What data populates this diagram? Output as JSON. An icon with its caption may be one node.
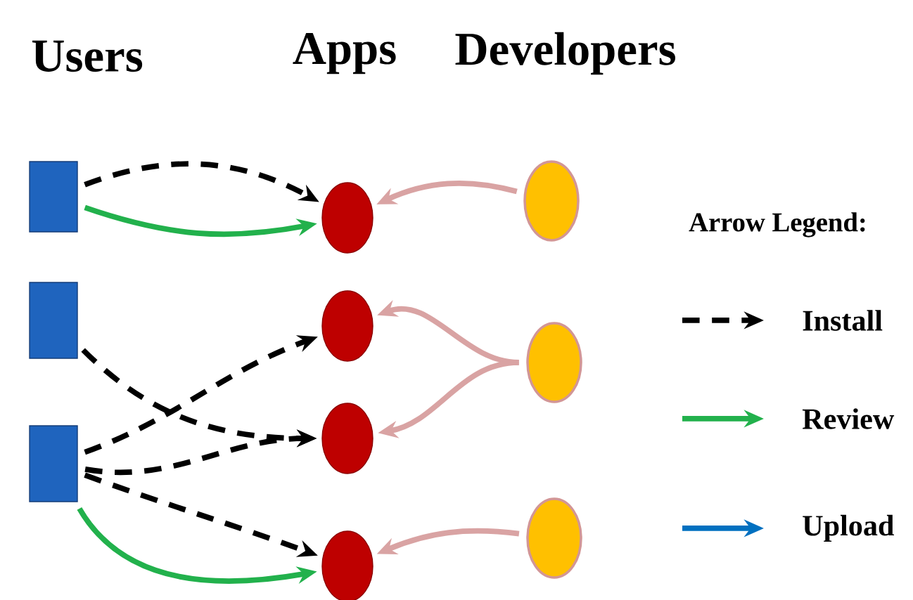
{
  "diagram": {
    "nodes": [
      {
        "text": [],
        "shape": "box"
      },
      {
        "text": [],
        "shape": "box"
      },
      {
        "text": [],
        "shape": "box"
      },
      {
        "text": [],
        "shape": "circle"
      },
      {
        "text": [],
        "shape": "circle"
      },
      {
        "text": [],
        "shape": "circle"
      },
      {
        "text": [],
        "shape": "circle"
      },
      {
        "text": [],
        "shape": "circle"
      },
      {
        "text": [],
        "shape": "circle"
      },
      {
        "text": [],
        "shape": "circle"
      }
    ],
    "edges": [
      {
        "from": 0,
        "to": 3,
        "arrow": "to",
        "style": "dashed"
      },
      {
        "from": 0,
        "to": 3,
        "arrow": "to",
        "color": "#22b14c"
      },
      {
        "from": 1,
        "to": 5,
        "arrow": "to",
        "style": "dashed"
      },
      {
        "from": 2,
        "to": 4,
        "arrow": "to",
        "style": "dashed"
      },
      {
        "from": 2,
        "to": 5,
        "arrow": "to",
        "style": "dashed"
      },
      {
        "from": 2,
        "to": 6,
        "arrow": "to",
        "style": "dashed"
      },
      {
        "from": 2,
        "to": 6,
        "arrow": "to",
        "color": "#22b14c"
      },
      {
        "from": 7,
        "to": 3,
        "arrow": "to",
        "color": "#d9a3a3"
      },
      {
        "from": 8,
        "to": 4,
        "arrow": "to",
        "color": "#d9a3a3"
      },
      {
        "from": 8,
        "to": 5,
        "arrow": "to",
        "color": "#d9a3a3"
      },
      {
        "from": 9,
        "to": 6,
        "arrow": "to",
        "color": "#d9a3a3"
      }
    ],
    "labels": [
      "Users",
      "Apps",
      "Developers",
      "Arrow Legend:"
    ],
    "legend": [
      {
        "text": "Install"
      },
      {
        "text": "Review"
      },
      {
        "text": "Upload"
      }
    ]
  }
}
